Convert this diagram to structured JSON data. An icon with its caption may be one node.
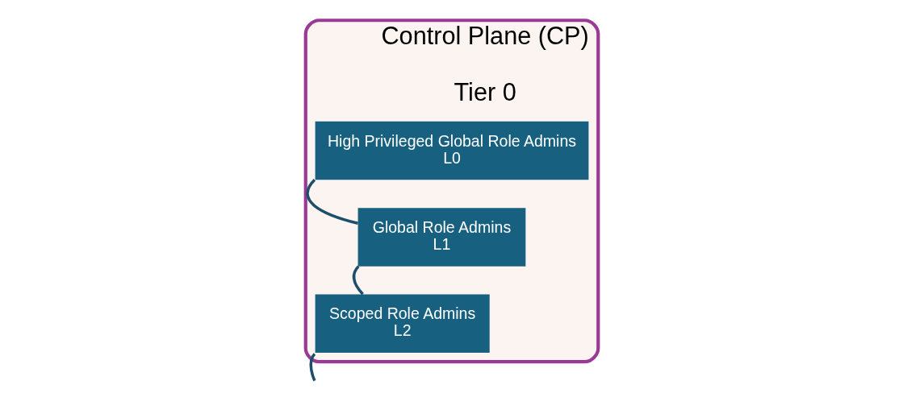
{
  "diagram": {
    "nodes": [
      {
        "text": [
          "Control Plane (CP)",
          "Tier 0"
        ]
      },
      {
        "text": [
          "High Privileged Global Role Admins",
          "L0"
        ],
        "in": 0
      },
      {
        "text": [
          "Global Role Admins",
          "L1"
        ],
        "in": 0
      },
      {
        "text": [
          "Scoped Role Admins",
          "L2"
        ],
        "in": 0
      }
    ],
    "edges": [
      {
        "from": 1,
        "to": 2,
        "arrow": "none"
      },
      {
        "from": 2,
        "to": 3,
        "arrow": "none"
      },
      {
        "from": 3,
        "to": null,
        "arrow": "none"
      }
    ]
  }
}
